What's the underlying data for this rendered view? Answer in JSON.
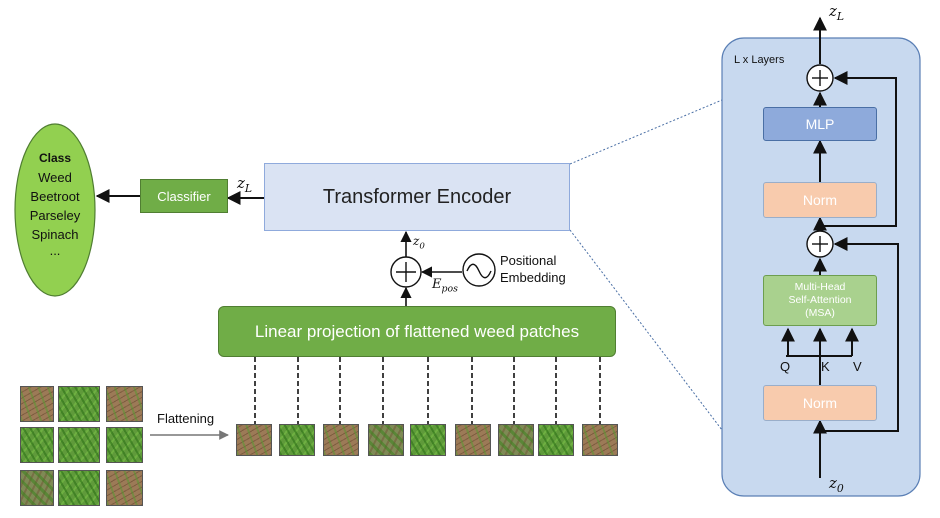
{
  "class_list": {
    "heading": "Class",
    "items": [
      "Weed",
      "Beetroot",
      "Parseley",
      "Spinach",
      "..."
    ]
  },
  "classifier": {
    "label": "Classifier"
  },
  "encoder": {
    "label": "Transformer Encoder"
  },
  "linear_projection": {
    "label": "Linear projection of flattened weed patches"
  },
  "positional_embedding": {
    "label_line1": "Positional",
    "label_line2": "Embedding"
  },
  "flattening": {
    "label": "Flattening"
  },
  "math": {
    "z_L_left": {
      "base": "z",
      "sub": "L"
    },
    "z_0_mid": {
      "base": "z",
      "sub": "0"
    },
    "E_pos": {
      "base": "E",
      "sub": "pos"
    },
    "z_L_top": {
      "base": "z",
      "sub": "L"
    },
    "z_0_bottom": {
      "base": "z",
      "sub": "0"
    }
  },
  "encoder_detail": {
    "layers_label": "L x Layers",
    "mlp": "MLP",
    "norm_top": "Norm",
    "msa_line1": "Multi-Head",
    "msa_line2": "Self-Attention",
    "msa_line3": "(MSA)",
    "norm_bottom": "Norm",
    "q": "Q",
    "k": "K",
    "v": "V"
  },
  "colors": {
    "green_fill": "#70ad47",
    "green_border": "#507e32",
    "encoder_fill": "#dae3f3",
    "encoder_border": "#8faadc",
    "panel_fill": "#c8d9ef",
    "mlp_fill": "#8eaadb",
    "norm_fill": "#f8cbad",
    "msa_fill": "#a9d18e",
    "class_fill": "#92d050"
  },
  "patches": {
    "grid": [
      "soil",
      "grass",
      "soil",
      "grass",
      "grass",
      "grass",
      "mix",
      "grass",
      "soil"
    ],
    "row": [
      "soil",
      "grass",
      "soil",
      "mix",
      "grass",
      "soil",
      "mix",
      "grass",
      "soil"
    ]
  }
}
